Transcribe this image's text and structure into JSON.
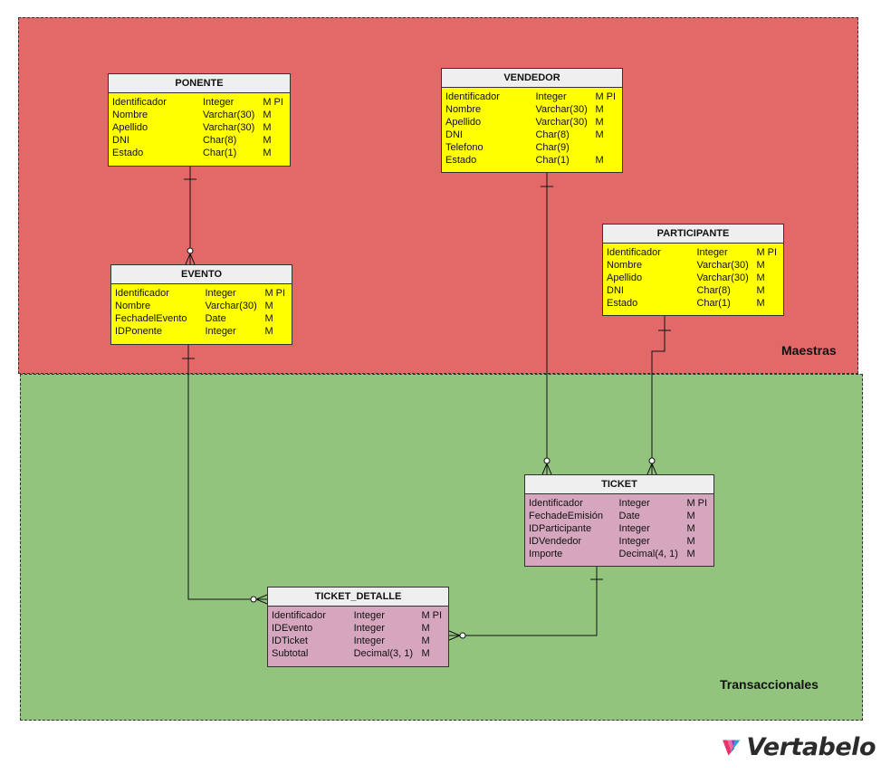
{
  "areas": {
    "maestras": "Maestras",
    "transaccionales": "Transaccionales"
  },
  "entities": {
    "ponente": {
      "title": "PONENTE",
      "attrs": [
        {
          "name": "Identificador",
          "type": "Integer",
          "flags": "M PI"
        },
        {
          "name": "Nombre",
          "type": "Varchar(30)",
          "flags": "M"
        },
        {
          "name": "Apellido",
          "type": "Varchar(30)",
          "flags": "M"
        },
        {
          "name": "DNI",
          "type": "Char(8)",
          "flags": "M"
        },
        {
          "name": "Estado",
          "type": "Char(1)",
          "flags": "M"
        }
      ]
    },
    "vendedor": {
      "title": "VENDEDOR",
      "attrs": [
        {
          "name": "Identificador",
          "type": "Integer",
          "flags": "M PI"
        },
        {
          "name": "Nombre",
          "type": "Varchar(30)",
          "flags": "M"
        },
        {
          "name": "Apellido",
          "type": "Varchar(30)",
          "flags": "M"
        },
        {
          "name": "DNI",
          "type": "Char(8)",
          "flags": "M"
        },
        {
          "name": "Telefono",
          "type": "Char(9)",
          "flags": ""
        },
        {
          "name": "Estado",
          "type": "Char(1)",
          "flags": "M"
        }
      ]
    },
    "participante": {
      "title": "PARTICIPANTE",
      "attrs": [
        {
          "name": "Identificador",
          "type": "Integer",
          "flags": "M PI"
        },
        {
          "name": "Nombre",
          "type": "Varchar(30)",
          "flags": "M"
        },
        {
          "name": "Apellido",
          "type": "Varchar(30)",
          "flags": "M"
        },
        {
          "name": "DNI",
          "type": "Char(8)",
          "flags": "M"
        },
        {
          "name": "Estado",
          "type": "Char(1)",
          "flags": "M"
        }
      ]
    },
    "evento": {
      "title": "EVENTO",
      "attrs": [
        {
          "name": "Identificador",
          "type": "Integer",
          "flags": "M PI"
        },
        {
          "name": "Nombre",
          "type": "Varchar(30)",
          "flags": "M"
        },
        {
          "name": "FechadelEvento",
          "type": "Date",
          "flags": "M"
        },
        {
          "name": "IDPonente",
          "type": "Integer",
          "flags": "M"
        }
      ]
    },
    "ticket": {
      "title": "TICKET",
      "attrs": [
        {
          "name": "Identificador",
          "type": "Integer",
          "flags": "M PI"
        },
        {
          "name": "FechadeEmisión",
          "type": "Date",
          "flags": "M"
        },
        {
          "name": "IDParticipante",
          "type": "Integer",
          "flags": "M"
        },
        {
          "name": "IDVendedor",
          "type": "Integer",
          "flags": "M"
        },
        {
          "name": "Importe",
          "type": "Decimal(4, 1)",
          "flags": "M"
        }
      ]
    },
    "ticket_detalle": {
      "title": "TICKET_DETALLE",
      "attrs": [
        {
          "name": "Identificador",
          "type": "Integer",
          "flags": "M PI"
        },
        {
          "name": "IDEvento",
          "type": "Integer",
          "flags": "M"
        },
        {
          "name": "IDTicket",
          "type": "Integer",
          "flags": "M"
        },
        {
          "name": "Subtotal",
          "type": "Decimal(3, 1)",
          "flags": "M"
        }
      ]
    }
  },
  "logo": {
    "text": "Vertabelo",
    "icon": "vertabelo-logo-icon"
  },
  "colors": {
    "maestras_area": "#e36868",
    "transaccionales_area": "#93c47d",
    "master_entity": "#ffff00",
    "transaction_entity": "#d5a6bd",
    "header": "#efefef"
  }
}
